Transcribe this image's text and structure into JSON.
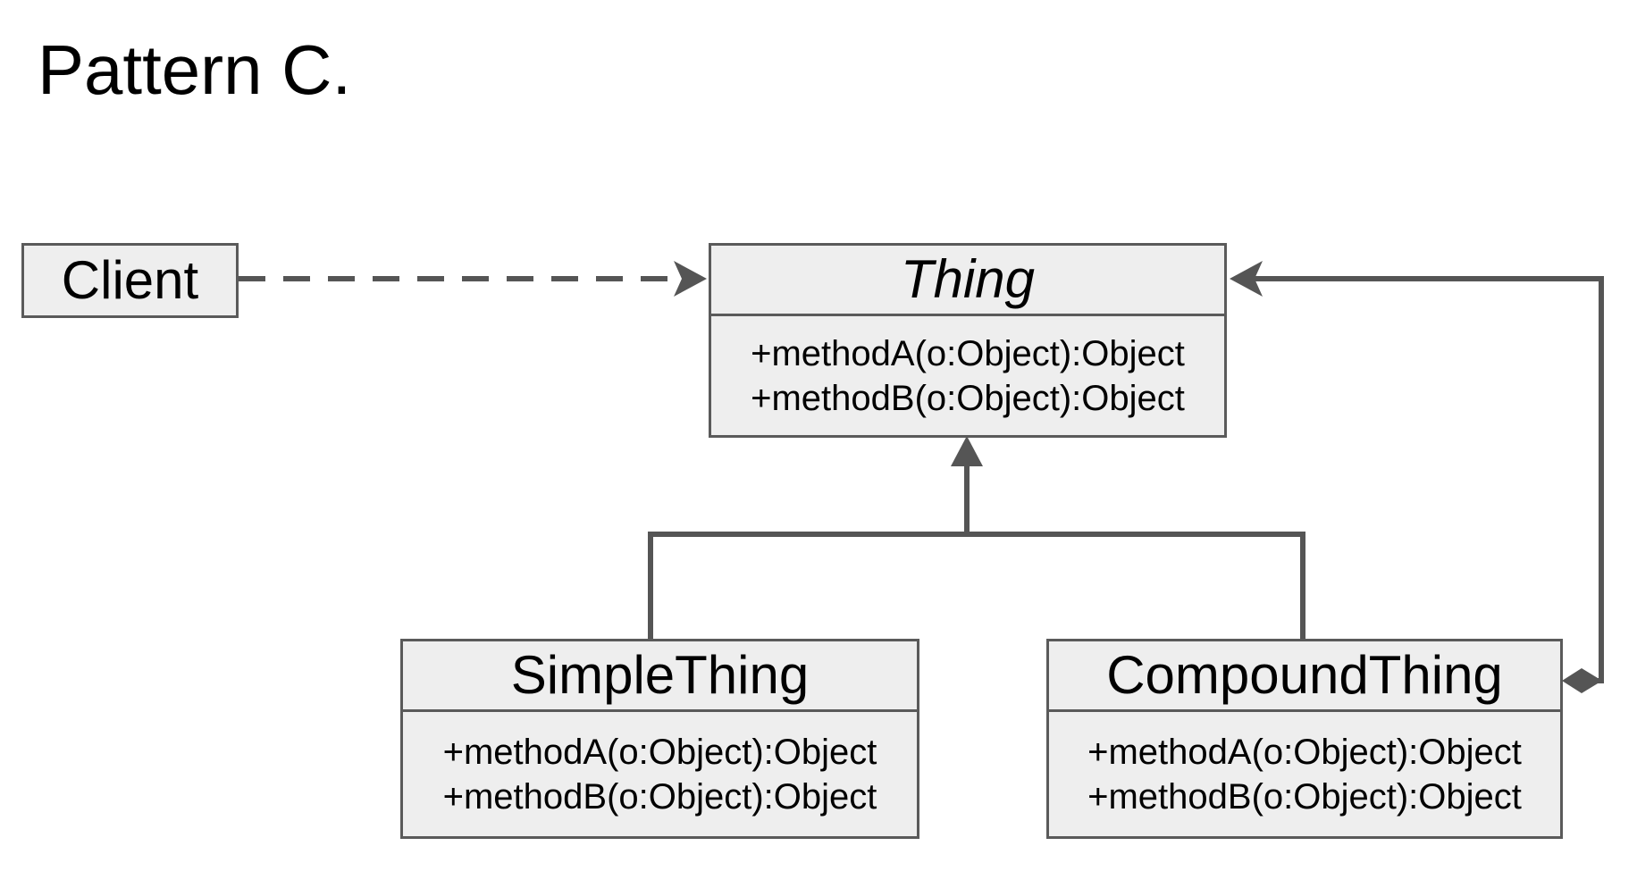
{
  "slide": {
    "title": "Pattern C."
  },
  "classes": {
    "client": {
      "name": "Client"
    },
    "thing": {
      "name": "Thing",
      "abstract": true,
      "methods": [
        "+methodA(o:Object):Object",
        "+methodB(o:Object):Object"
      ]
    },
    "simple_thing": {
      "name": "SimpleThing",
      "methods": [
        "+methodA(o:Object):Object",
        "+methodB(o:Object):Object"
      ]
    },
    "compound_thing": {
      "name": "CompoundThing",
      "methods": [
        "+methodA(o:Object):Object",
        "+methodB(o:Object):Object"
      ]
    }
  },
  "relationships": [
    {
      "type": "dependency",
      "from": "Client",
      "to": "Thing",
      "line": "dashed",
      "end": "open-arrow"
    },
    {
      "type": "generalization",
      "from": "SimpleThing",
      "to": "Thing",
      "end": "filled-triangle"
    },
    {
      "type": "generalization",
      "from": "CompoundThing",
      "to": "Thing",
      "end": "filled-triangle"
    },
    {
      "type": "composition",
      "from": "CompoundThing",
      "to": "Thing",
      "start": "filled-diamond",
      "end": "open-arrow"
    }
  ],
  "colors": {
    "background": "#ffffff",
    "box_fill": "#eeeeee",
    "box_border": "#5a5a5a",
    "line": "#555555",
    "text": "#000000"
  }
}
